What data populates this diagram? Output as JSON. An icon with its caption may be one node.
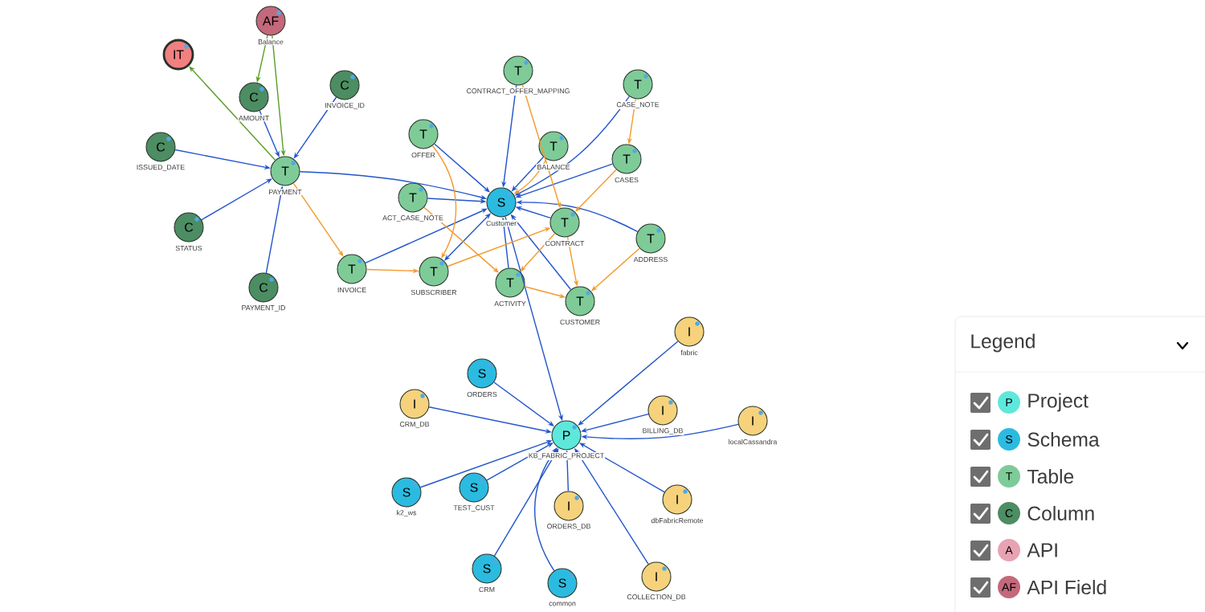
{
  "diagram": {
    "nodes": [
      {
        "text": [
          "AF",
          "Balance"
        ]
      },
      {
        "text": [
          "IT"
        ]
      },
      {
        "text": [
          "C",
          "AMOUNT"
        ]
      },
      {
        "text": [
          "C",
          "INVOICE_ID"
        ]
      },
      {
        "text": [
          "C",
          "ISSUED_DATE"
        ]
      },
      {
        "text": [
          "T",
          "PAYMENT"
        ]
      },
      {
        "text": [
          "C",
          "STATUS"
        ]
      },
      {
        "text": [
          "C",
          "PAYMENT_ID"
        ]
      },
      {
        "text": [
          "T",
          "CONTRACT_OFFER_MAPPING"
        ]
      },
      {
        "text": [
          "T",
          "CASE_NOTE"
        ]
      },
      {
        "text": [
          "T",
          "OFFER"
        ]
      },
      {
        "text": [
          "T",
          "BALANCE"
        ]
      },
      {
        "text": [
          "T",
          "CASES"
        ]
      },
      {
        "text": [
          "T",
          "ACT_CASE_NOTE"
        ]
      },
      {
        "text": [
          "S",
          "Customer"
        ]
      },
      {
        "text": [
          "T",
          "CONTRACT"
        ]
      },
      {
        "text": [
          "T",
          "ADDRESS"
        ]
      },
      {
        "text": [
          "T",
          "INVOICE"
        ]
      },
      {
        "text": [
          "T",
          "SUBSCRIBER"
        ]
      },
      {
        "text": [
          "T",
          "ACTIVITY"
        ]
      },
      {
        "text": [
          "T",
          "CUSTOMER"
        ]
      },
      {
        "text": [
          "I",
          "fabric"
        ]
      },
      {
        "text": [
          "S",
          "ORDERS"
        ]
      },
      {
        "text": [
          "I",
          "CRM_DB"
        ]
      },
      {
        "text": [
          "I",
          "BILLING_DB"
        ]
      },
      {
        "text": [
          "I",
          "localCassandra"
        ]
      },
      {
        "text": [
          "P",
          "KB_FABRIC_PROJECT"
        ]
      },
      {
        "text": [
          "S",
          "k2_ws"
        ]
      },
      {
        "text": [
          "S",
          "TEST_CUST"
        ]
      },
      {
        "text": [
          "I",
          "ORDERS_DB"
        ]
      },
      {
        "text": [
          "I",
          "dbFabricRemote"
        ]
      },
      {
        "text": [
          "S",
          "CRM"
        ]
      },
      {
        "text": [
          "S",
          "common"
        ]
      },
      {
        "text": [
          "I",
          "COLLECTION_DB"
        ]
      }
    ],
    "edges": [
      {
        "from": 0,
        "to": 2,
        "arrow": "to",
        "color": "#5a9e2a"
      },
      {
        "from": 0,
        "to": 5,
        "arrow": "to",
        "color": "#5a9e2a"
      },
      {
        "from": 5,
        "to": 1,
        "arrow": "to",
        "color": "#5a9e2a"
      },
      {
        "from": 2,
        "to": 5,
        "arrow": "to"
      },
      {
        "from": 3,
        "to": 5,
        "arrow": "to"
      },
      {
        "from": 4,
        "to": 5,
        "arrow": "to"
      },
      {
        "from": 6,
        "to": 5,
        "arrow": "to"
      },
      {
        "from": 7,
        "to": 5,
        "arrow": "to"
      },
      {
        "from": 5,
        "to": 14,
        "arrow": "to"
      },
      {
        "from": 13,
        "to": 14,
        "arrow": "to"
      },
      {
        "from": 10,
        "to": 14,
        "arrow": "to"
      },
      {
        "from": 8,
        "to": 14,
        "arrow": "to"
      },
      {
        "from": 11,
        "to": 14,
        "arrow": "to"
      },
      {
        "from": 9,
        "to": 14,
        "arrow": "to"
      },
      {
        "from": 12,
        "to": 14,
        "arrow": "to"
      },
      {
        "from": 15,
        "to": 14,
        "arrow": "to"
      },
      {
        "from": 16,
        "to": 14,
        "arrow": "to"
      },
      {
        "from": 17,
        "to": 14,
        "arrow": "to"
      },
      {
        "from": 18,
        "to": 14,
        "arrow": "both"
      },
      {
        "from": 19,
        "to": 14,
        "arrow": "to"
      },
      {
        "from": 20,
        "to": 14,
        "arrow": "to"
      },
      {
        "from": 14,
        "to": 26,
        "arrow": "to"
      },
      {
        "from": 5,
        "to": 17,
        "arrow": "to",
        "color": "#f39a2b"
      },
      {
        "from": 17,
        "to": 18,
        "arrow": "to",
        "color": "#f39a2b"
      },
      {
        "from": 10,
        "to": 18,
        "arrow": "to",
        "color": "#f39a2b"
      },
      {
        "from": 13,
        "to": 19,
        "arrow": "to",
        "color": "#f39a2b"
      },
      {
        "from": 18,
        "to": 15,
        "arrow": "to",
        "color": "#f39a2b"
      },
      {
        "from": 8,
        "to": 15,
        "arrow": "to",
        "color": "#f39a2b"
      },
      {
        "from": 11,
        "to": 14,
        "arrow": "to",
        "color": "#f39a2b"
      },
      {
        "from": 9,
        "to": 12,
        "arrow": "to",
        "color": "#f39a2b"
      },
      {
        "from": 12,
        "to": 15,
        "arrow": "to",
        "color": "#f39a2b"
      },
      {
        "from": 15,
        "to": 19,
        "arrow": "to",
        "color": "#f39a2b"
      },
      {
        "from": 15,
        "to": 20,
        "arrow": "to",
        "color": "#f39a2b"
      },
      {
        "from": 19,
        "to": 20,
        "arrow": "to",
        "color": "#f39a2b"
      },
      {
        "from": 16,
        "to": 20,
        "arrow": "to",
        "color": "#f39a2b"
      },
      {
        "from": 21,
        "to": 26,
        "arrow": "to"
      },
      {
        "from": 22,
        "to": 26,
        "arrow": "to"
      },
      {
        "from": 23,
        "to": 26,
        "arrow": "to"
      },
      {
        "from": 24,
        "to": 26,
        "arrow": "to"
      },
      {
        "from": 25,
        "to": 26,
        "arrow": "to"
      },
      {
        "from": 27,
        "to": 26,
        "arrow": "to"
      },
      {
        "from": 28,
        "to": 26,
        "arrow": "to"
      },
      {
        "from": 29,
        "to": 26,
        "arrow": "to"
      },
      {
        "from": 30,
        "to": 26,
        "arrow": "to"
      },
      {
        "from": 31,
        "to": 26,
        "arrow": "to"
      },
      {
        "from": 32,
        "to": 26,
        "arrow": "to"
      },
      {
        "from": 33,
        "to": 26,
        "arrow": "to"
      }
    ],
    "labels": [
      "Legend",
      "P",
      "S",
      "T",
      "C",
      "A",
      "AF"
    ],
    "legend": [
      {
        "text": "Project",
        "color": "#5ee8dc"
      },
      {
        "text": "Schema",
        "color": "#2bbbe0"
      },
      {
        "text": "Table",
        "color": "#7ecb98"
      },
      {
        "text": "Column",
        "color": "#4c8d63"
      },
      {
        "text": "API",
        "color": "#e8a3b3"
      },
      {
        "text": "API Field",
        "color": "#c4687c"
      }
    ]
  }
}
